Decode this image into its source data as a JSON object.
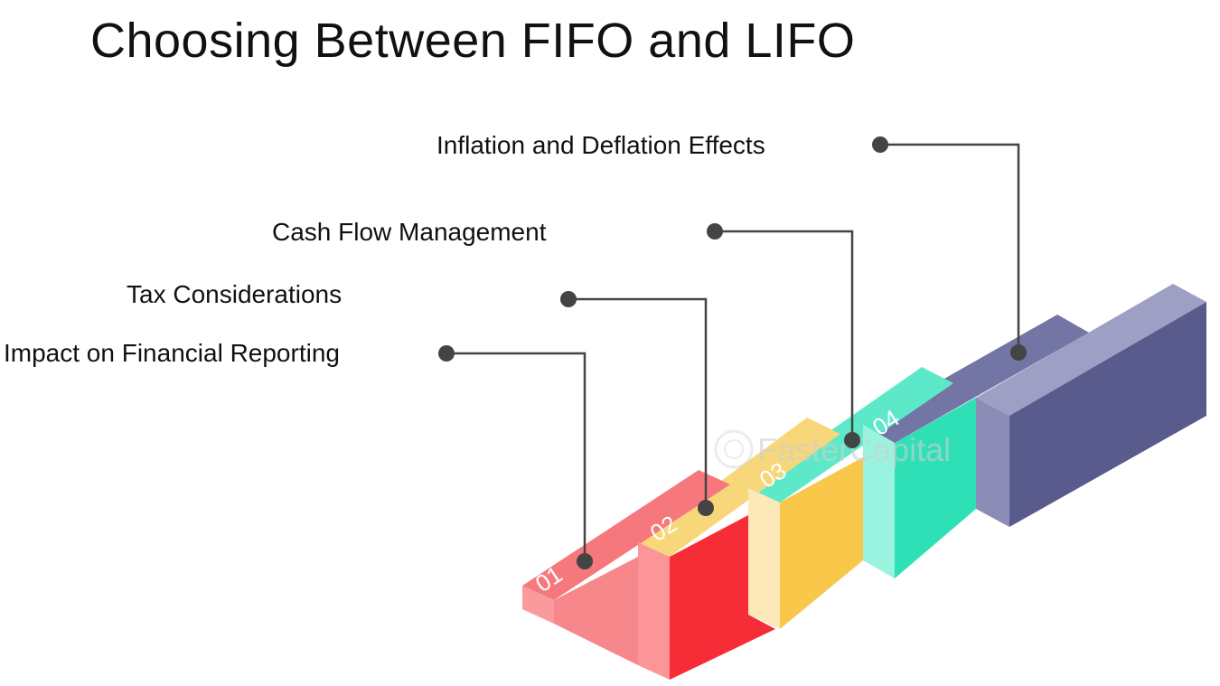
{
  "title": "Choosing Between FIFO and LIFO",
  "steps": [
    {
      "number": "01",
      "label": "Impact on Financial Reporting",
      "color": "#f73b44"
    },
    {
      "number": "02",
      "label": "Tax Considerations",
      "color": "#f9d060"
    },
    {
      "number": "03",
      "label": "Cash Flow Management",
      "color": "#33e6c0"
    },
    {
      "number": "04",
      "label": "Inflation and Deflation Effects",
      "color": "#5f5f91"
    }
  ],
  "watermark": "FasterCapital",
  "connector_color": "#444444"
}
